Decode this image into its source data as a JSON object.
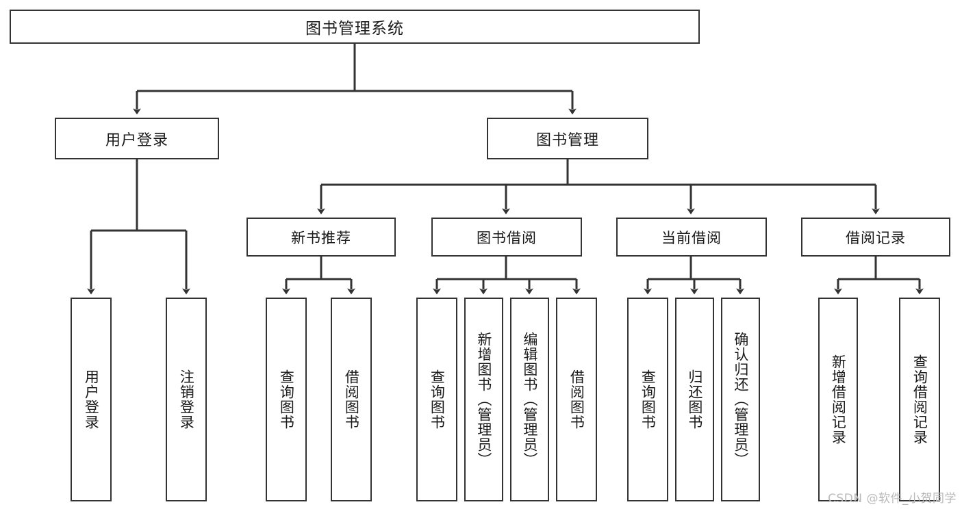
{
  "diagram": {
    "title": "图书管理系统",
    "watermark": "CSDN @软件_小贺同学",
    "line_color": "#333333",
    "box_fill": "#ffffff",
    "text_color": "#1a1a1a",
    "root": {
      "label": "图书管理系统"
    },
    "level2": [
      {
        "label": "用户登录"
      },
      {
        "label": "图书管理"
      }
    ],
    "level3": [
      {
        "label": "新书推荐"
      },
      {
        "label": "图书借阅"
      },
      {
        "label": "当前借阅"
      },
      {
        "label": "借阅记录"
      }
    ],
    "leaves": [
      {
        "label": "用户登录",
        "parent": "用户登录"
      },
      {
        "label": "注销登录",
        "parent": "用户登录"
      },
      {
        "label": "查询图书",
        "parent": "新书推荐"
      },
      {
        "label": "借阅图书",
        "parent": "新书推荐"
      },
      {
        "label": "查询图书",
        "parent": "图书借阅"
      },
      {
        "label": "新增图书（管理员）",
        "parent": "图书借阅"
      },
      {
        "label": "编辑图书（管理员）",
        "parent": "图书借阅"
      },
      {
        "label": "借阅图书",
        "parent": "图书借阅"
      },
      {
        "label": "查询图书",
        "parent": "当前借阅"
      },
      {
        "label": "归还图书",
        "parent": "当前借阅"
      },
      {
        "label": "确认归还（管理员）",
        "parent": "当前借阅"
      },
      {
        "label": "新增借阅记录",
        "parent": "借阅记录"
      },
      {
        "label": "查询借阅记录",
        "parent": "借阅记录"
      }
    ]
  }
}
